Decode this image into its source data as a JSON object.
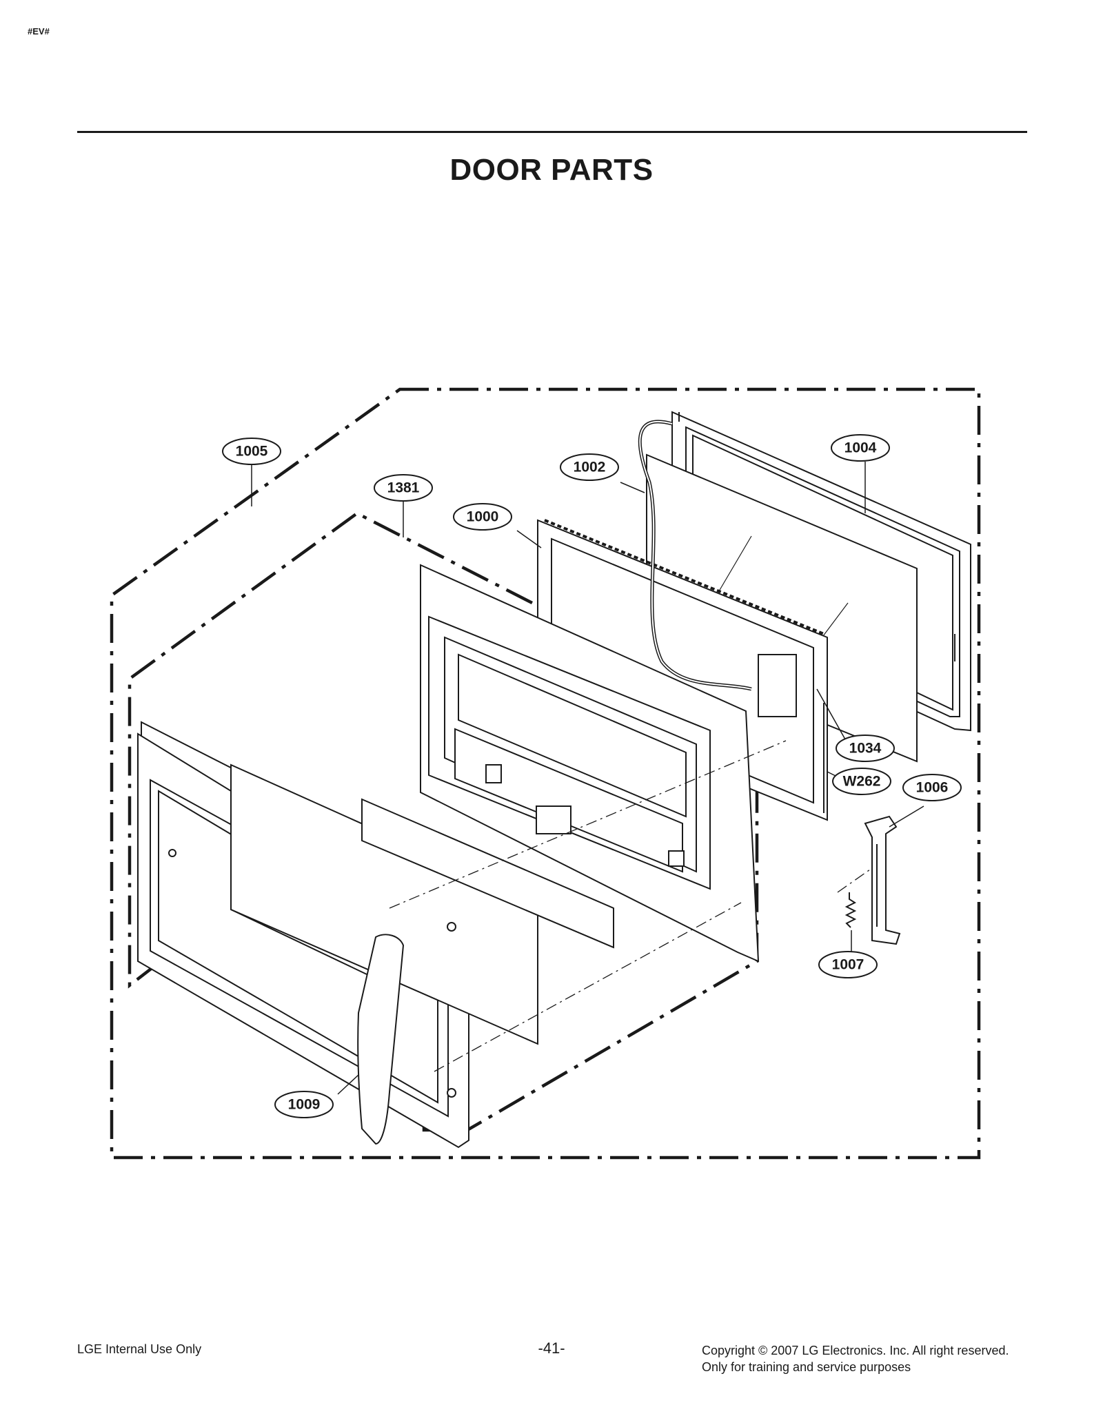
{
  "header": {
    "tag": "#EV#"
  },
  "page": {
    "title": "DOOR PARTS"
  },
  "callouts": {
    "c1005": "1005",
    "c1381": "1381",
    "c1000": "1000",
    "c1002": "1002",
    "c1004": "1004",
    "c1034": "1034",
    "cW262": "W262",
    "c1006": "1006",
    "c1007": "1007",
    "c1009": "1009"
  },
  "footer": {
    "left": "LGE Internal Use Only",
    "page_number": "-41-",
    "copyright": "Copyright © 2007 LG Electronics. Inc. All right reserved.",
    "note": "Only for training and service purposes"
  }
}
